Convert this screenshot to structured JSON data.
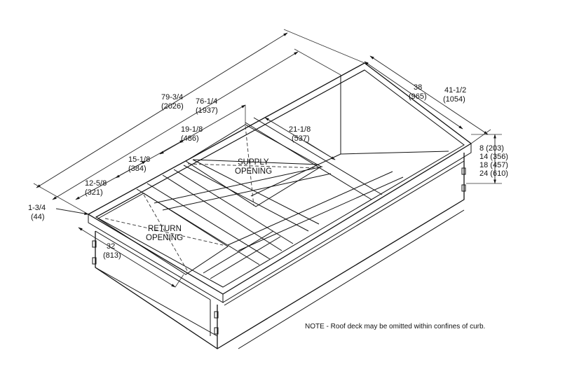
{
  "drawing": {
    "dimensions": {
      "overall_length_a": "79-3/4",
      "overall_length_a_mm": "(2026)",
      "overall_length_b": "76-1/4",
      "overall_length_b_mm": "(1937)",
      "offset_supply": "19-1/8",
      "offset_supply_mm": "(486)",
      "offset_15": "15-1/8",
      "offset_15_mm": "(384)",
      "offset_12": "12-5/8",
      "offset_12_mm": "(321)",
      "flange": "1-3/4",
      "flange_mm": "(44)",
      "supply_width": "21-1/8",
      "supply_width_mm": "(537)",
      "inner_width": "38",
      "inner_width_mm": "(965)",
      "outer_width": "41-1/2",
      "outer_width_mm": "(1054)",
      "return_depth": "32",
      "return_depth_mm": "(813)",
      "heights": [
        "8 (203)",
        "14 (356)",
        "18 (457)",
        "24 (610)"
      ]
    },
    "labels": {
      "supply_line1": "SUPPLY",
      "supply_line2": "OPENING",
      "return_line1": "RETURN",
      "return_line2": "OPENING"
    },
    "note": "NOTE - Roof deck may be omitted within confines of curb."
  }
}
